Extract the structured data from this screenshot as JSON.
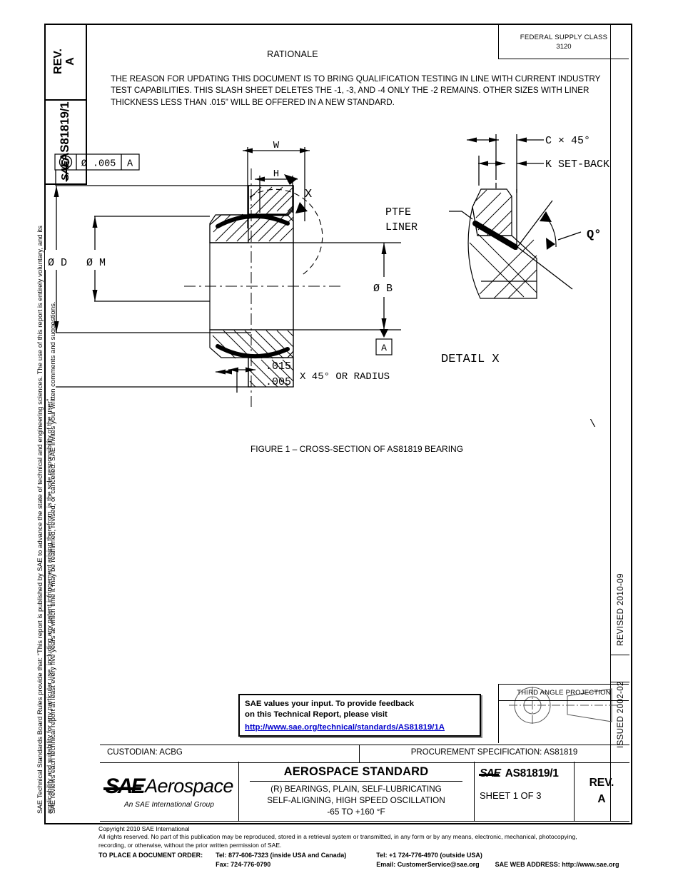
{
  "margins": {
    "rev_label": "REV.",
    "rev_value": "A",
    "designation": "AS81819/1",
    "sae_logo": "SAE",
    "legal_paragraph_1": "SAE Technical Standards Board Rules provide that: “This report is published by SAE to advance the state of technical and engineering sciences. The use of this report is entirely voluntary, and its applicability and suitability for any particular use, including any patent infringement arising therefrom, is the sole responsibility of the user”.",
    "legal_paragraph_2": "SAE reviews each technical report at least every five years at which time it may be reaffirmed, revised, or cancelled. SAE invites your written comments and suggestions.",
    "revised": "REVISED 2010-09",
    "issued": "ISSUED 2002-02"
  },
  "header": {
    "fsc_label": "FEDERAL SUPPLY CLASS",
    "fsc_value": "3120",
    "rationale_title": "RATIONALE",
    "rationale_body": "THE REASON FOR UPDATING THIS DOCUMENT IS TO BRING QUALIFICATION TESTING IN LINE WITH CURRENT INDUSTRY TEST CAPABILITIES. THIS SLASH SHEET DELETES THE -1, -3, AND -4 ONLY THE -2 REMAINS. OTHER SIZES WITH LINER THICKNESS LESS THAN .015” WILL BE OFFERED IN A NEW STANDARD."
  },
  "drawing": {
    "caption": "FIGURE 1 – CROSS-SECTION OF AS81819 BEARING",
    "stray_mark": "\\",
    "gdt": {
      "symbol": "concentricity",
      "tolerance": "Ø .005",
      "datum": "A"
    },
    "datum_flag": "A",
    "labels": {
      "w": "W",
      "h": "H",
      "dia_d": "Ø D",
      "dia_m": "Ø M",
      "dia_b": "Ø B",
      "detail_callout": "X",
      "chamfer_upper": ".015",
      "chamfer_lower": ".005",
      "chamfer_note": "X 45°  OR RADIUS"
    },
    "detail": {
      "title": "DETAIL X",
      "c_dim": "C × 45°",
      "k_dim": "K SET-BACK",
      "liner_line1": "PTFE",
      "liner_line2": "LINER",
      "angle": "Q°"
    }
  },
  "feedback": {
    "line1": "SAE values your input. To provide feedback",
    "line2": "on this Technical Report, please visit",
    "url": "http://www.sae.org/technical/standards/AS81819/1A"
  },
  "projection": {
    "title": "THIRD ANGLE PROJECTION"
  },
  "title_block": {
    "custodian": "CUSTODIAN: ACBG",
    "procurement": "PROCUREMENT SPECIFICATION: AS81819",
    "logo_sae": "SAE",
    "logo_word": "Aerospace",
    "logo_sub": "An SAE International Group",
    "standard_title": "AEROSPACE STANDARD",
    "subtitle_line1": "(R) BEARINGS, PLAIN, SELF-LUBRICATING",
    "subtitle_line2": "SELF-ALIGNING, HIGH SPEED OSCILLATION",
    "subtitle_line3": "-65 TO +160 °F",
    "doc_number": "AS81819/1",
    "sheet": "SHEET 1 OF 3",
    "rev_label": "REV.",
    "rev_value": "A"
  },
  "footer": {
    "copyright": "Copyright 2010 SAE International",
    "rights_line1": "All rights reserved. No part of this publication may be reproduced, stored in a retrieval system or transmitted, in any form or by any means, electronic, mechanical, photocopying,",
    "rights_line2": "recording, or otherwise, without the prior written permission of SAE.",
    "order_label": "TO PLACE A DOCUMENT ORDER:",
    "tel_inside": "Tel: 877-606-7323 (inside USA and Canada)",
    "fax": "Fax: 724-776-0790",
    "tel_outside": "Tel: +1 724-776-4970 (outside USA)",
    "email": "Email: CustomerService@sae.org",
    "web": "SAE WEB ADDRESS: http://www.sae.org"
  },
  "colors": {
    "ink": "#000000",
    "link": "#0000cc",
    "paper": "#ffffff"
  }
}
